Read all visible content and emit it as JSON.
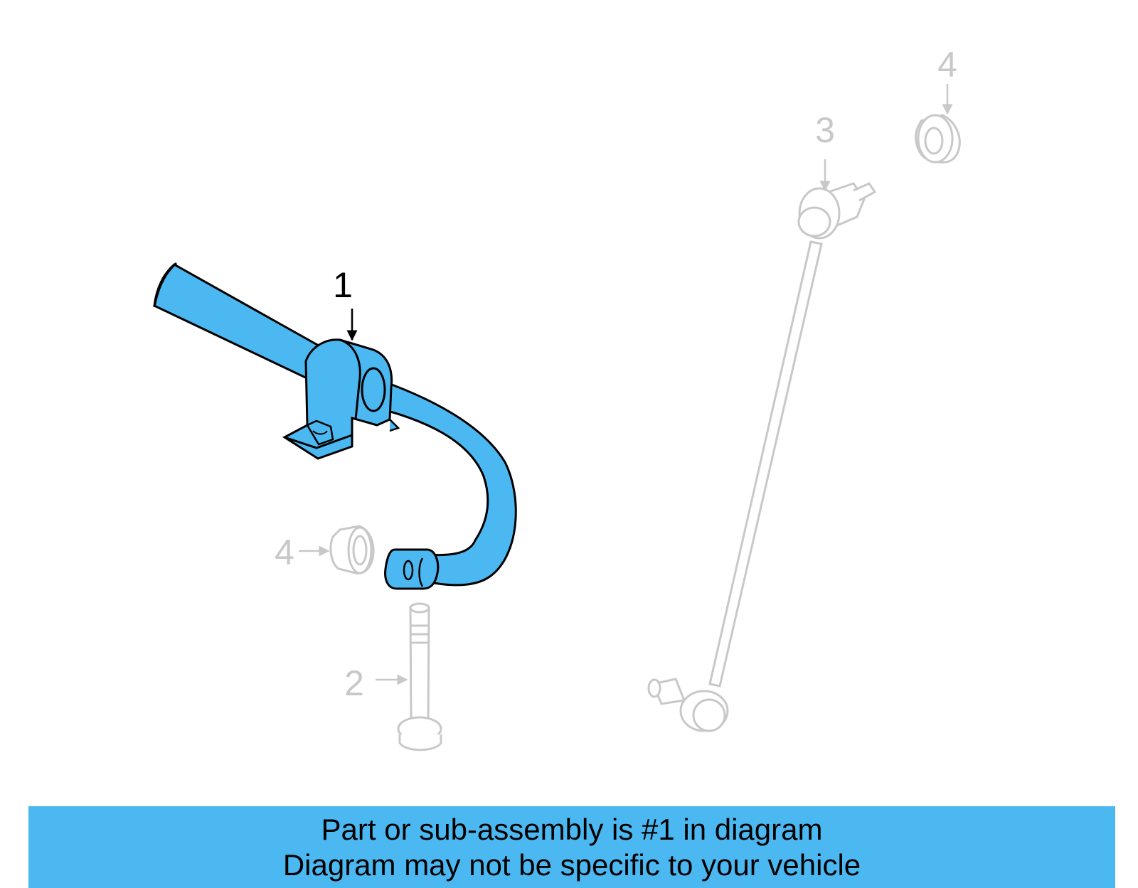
{
  "colors": {
    "highlight_fill": "#4cb8f1",
    "outline": "#000000",
    "faded": "#c8c8c8",
    "banner_bg": "#4cb8f1"
  },
  "callouts": [
    {
      "id": "part-1",
      "label": "1",
      "highlighted": true
    },
    {
      "id": "part-2",
      "label": "2",
      "highlighted": false
    },
    {
      "id": "part-3",
      "label": "3",
      "highlighted": false
    },
    {
      "id": "part-4-left",
      "label": "4",
      "highlighted": false
    },
    {
      "id": "part-4-right",
      "label": "4",
      "highlighted": false
    }
  ],
  "banner": {
    "line1": "Part or sub-assembly is #1 in diagram",
    "line2": "Diagram may not be specific to your vehicle"
  }
}
